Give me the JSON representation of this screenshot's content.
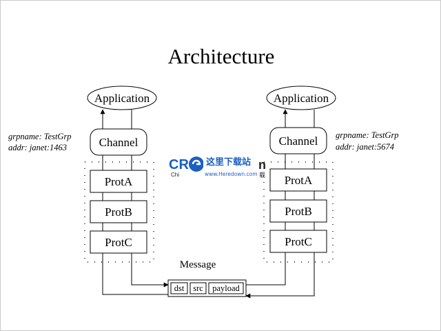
{
  "title": "Architecture",
  "left": {
    "app": "Application",
    "channel": "Channel",
    "protocols": [
      "ProtA",
      "ProtB",
      "ProtC"
    ],
    "grpname": "grpname: TestGrp",
    "addr": "addr: janet:1463"
  },
  "right": {
    "app": "Application",
    "channel": "Channel",
    "protocols": [
      "ProtA",
      "ProtB",
      "ProtC"
    ],
    "grpname": "grpname: TestGrp",
    "addr": "addr: janet:5674"
  },
  "message": {
    "label": "Message",
    "fields": [
      "dst",
      "src",
      "payload"
    ]
  },
  "watermark": {
    "logo": "CR",
    "logo_suffix": "n",
    "sub": "Chi",
    "cn": "这里下载站",
    "url": "www.Heredown.com",
    "tail": "载"
  }
}
